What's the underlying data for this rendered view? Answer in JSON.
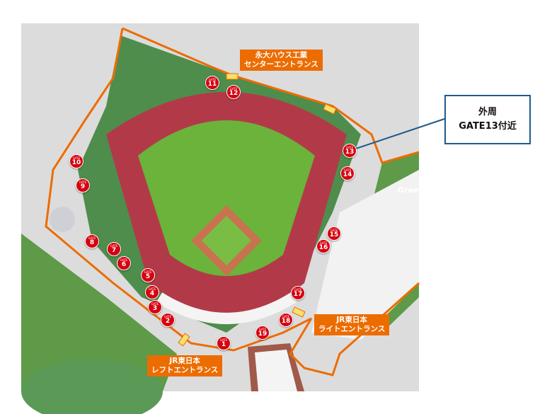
{
  "map": {
    "entrances": {
      "center_line1": "永大ハウス工業",
      "center_line2": "センターエントランス",
      "right_line1": "JR東日本",
      "right_line2": "ライトエントランス",
      "left_line1": "JR東日本",
      "left_line2": "レフトエントランス"
    },
    "callout": {
      "line1": "外周",
      "line2": "GATE13付近"
    },
    "gate_prefix": "GATE",
    "gates": [
      "1",
      "2",
      "3",
      "4",
      "5",
      "6",
      "7",
      "8",
      "9",
      "10",
      "11",
      "12",
      "13",
      "14",
      "15",
      "16",
      "17",
      "18",
      "19"
    ],
    "sign": "Green",
    "colors": {
      "boundary": "#ec6c00",
      "gate": "#d7000f",
      "callout_border": "#1f5a8e",
      "field": "#6bb33a",
      "seats": "#b23a48"
    }
  }
}
